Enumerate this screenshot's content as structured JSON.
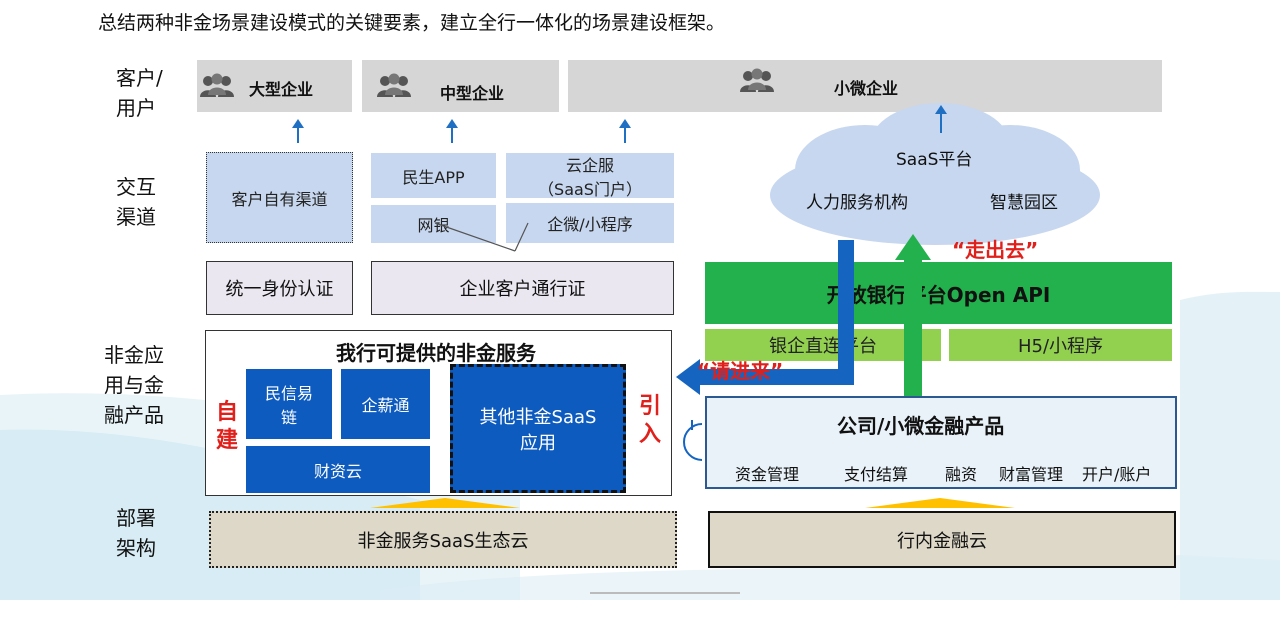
{
  "title": "总结两种非金场景建设模式的关键要素，建立全行一体化的场景建设框架。",
  "row_labels": {
    "customer": [
      "客户/",
      "用户"
    ],
    "channel": [
      "交互",
      "渠道"
    ],
    "product": [
      "非金应",
      "用与金",
      "融产品"
    ],
    "deploy": [
      "部署",
      "架构"
    ]
  },
  "customers": {
    "large": "大型企业",
    "medium": "中型企业",
    "small": "小微企业"
  },
  "channels": {
    "own": "客户自有渠道",
    "app": "民生APP",
    "cloud_line1": "云企服",
    "cloud_line2": "（SaaS门户）",
    "netbank": "网银",
    "wecom": "企微/小程序"
  },
  "cloud": {
    "saas": "SaaS平台",
    "hr": "人力服务机构",
    "park": "智慧园区"
  },
  "auth": {
    "unified": "统一身份认证",
    "pass": "企业客户通行证"
  },
  "open_api": "开放银行平台Open API",
  "direct": "银企直连平台",
  "h5": "H5/小程序",
  "go_out": "“走出去”",
  "invite_in": "“请进来”",
  "nonfin": {
    "title": "我行可提供的非金服务",
    "self_build": [
      "自",
      "建"
    ],
    "introduce": [
      "引",
      "入"
    ],
    "credit_line1": "民信易",
    "credit_line2": "链",
    "salary": "企薪通",
    "finance_cloud": "财资云",
    "other_line1": "其他非金SaaS",
    "other_line2": "应用"
  },
  "fin_products": {
    "title": "公司/小微金融产品",
    "items": [
      "资金管理",
      "支付结算",
      "融资",
      "财富管理",
      "开户/账户"
    ]
  },
  "deploy": {
    "saas_cloud": "非金服务SaaS生态云",
    "bank_cloud": "行内金融云"
  }
}
